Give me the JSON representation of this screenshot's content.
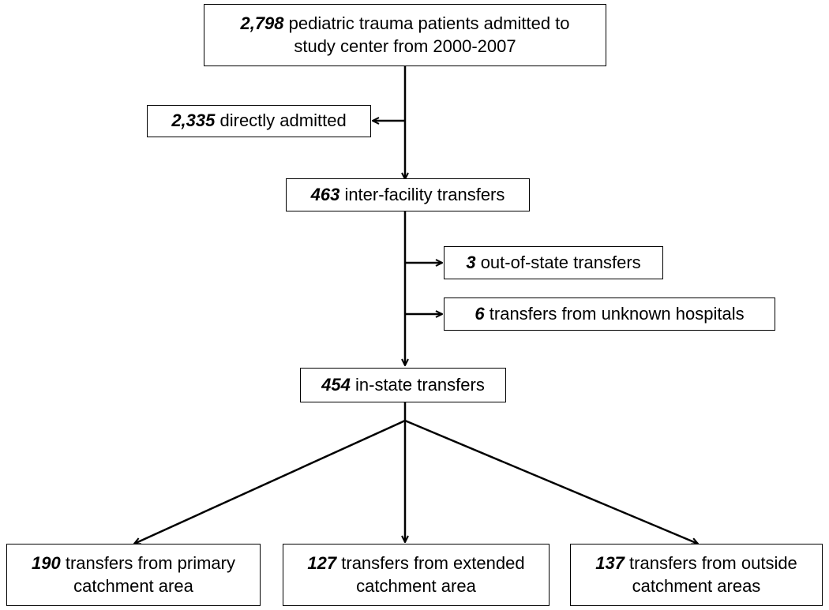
{
  "nodes": {
    "total": {
      "number": "2,798",
      "line1": "pediatric trauma patients admitted to",
      "line2": "study center from 2000-2007"
    },
    "direct": {
      "number": "2,335",
      "text": "directly admitted"
    },
    "interfacility": {
      "number": "463",
      "text": "inter-facility transfers"
    },
    "out_of_state": {
      "number": "3",
      "text": "out-of-state transfers"
    },
    "unknown": {
      "number": "6",
      "text": "transfers from unknown hospitals"
    },
    "in_state": {
      "number": "454",
      "text": "in-state transfers"
    },
    "primary": {
      "number": "190",
      "line1": "transfers from primary",
      "line2": "catchment area"
    },
    "extended": {
      "number": "127",
      "line1": "transfers from extended",
      "line2": "catchment area"
    },
    "outside": {
      "number": "137",
      "line1": "transfers from outside",
      "line2": "catchment areas"
    }
  }
}
